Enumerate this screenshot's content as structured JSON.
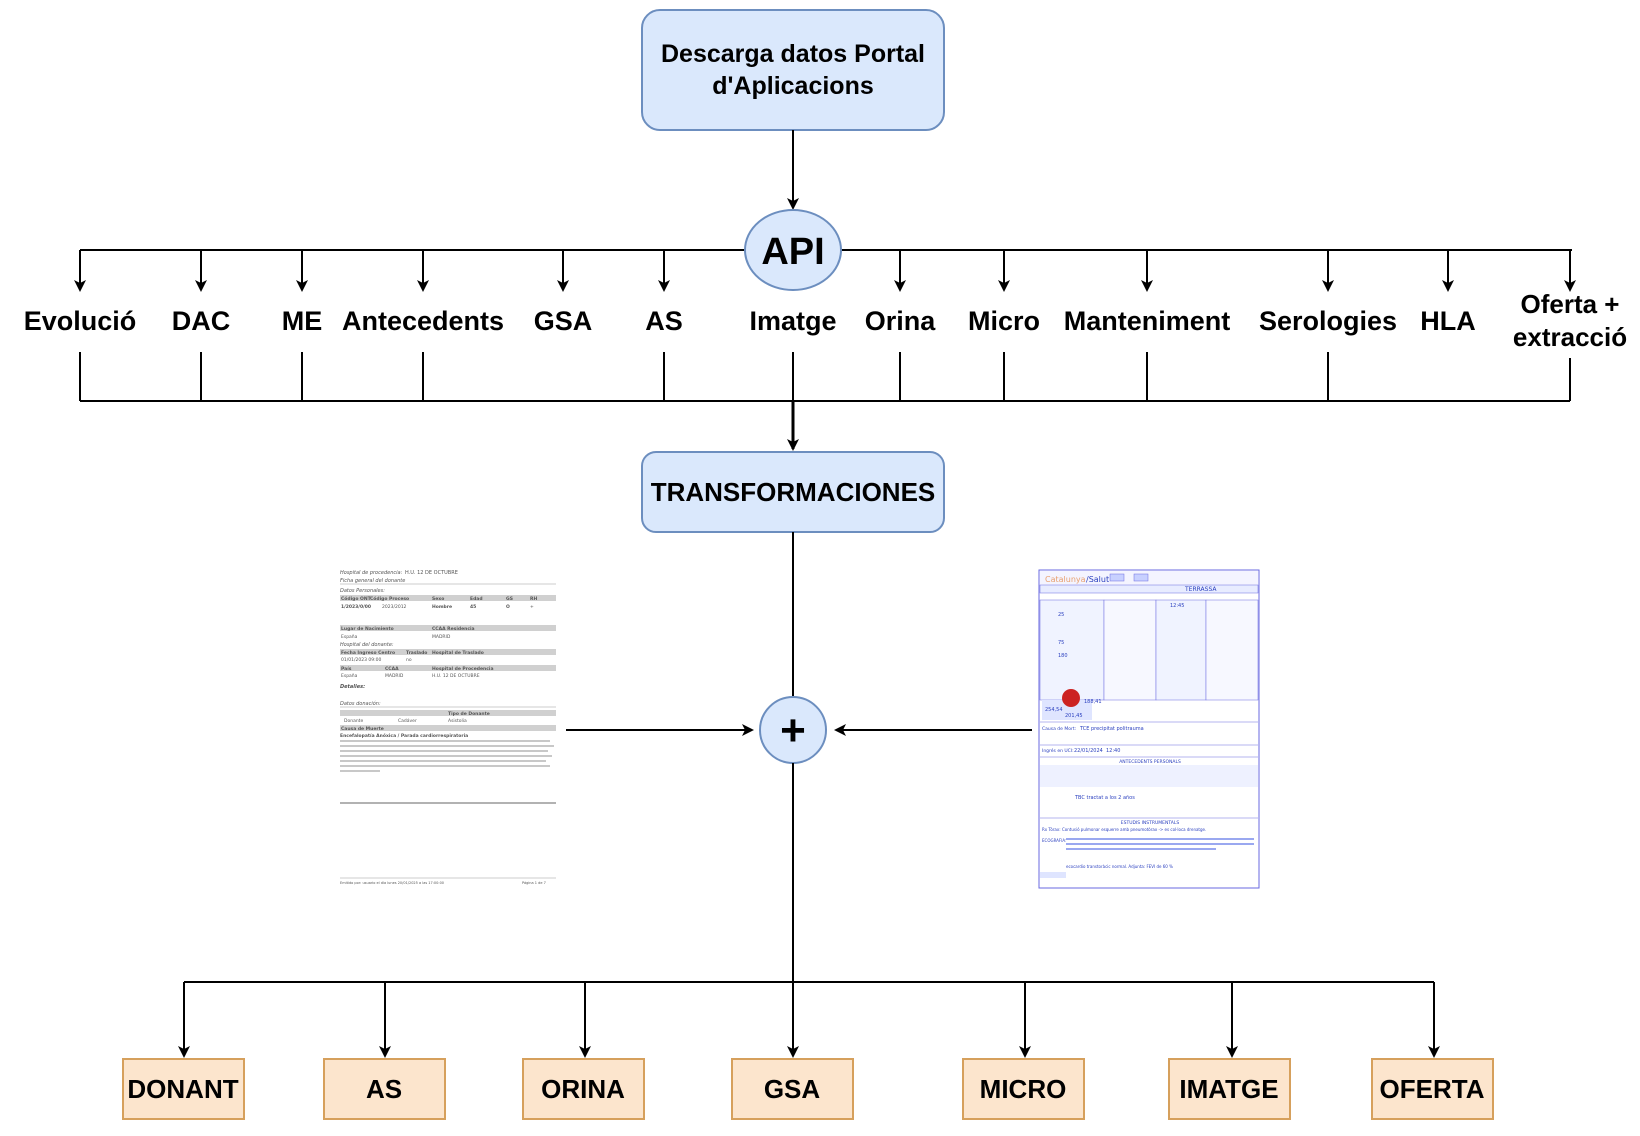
{
  "source": {
    "line1": "Descarga datos Portal",
    "line2": "d'Aplicacions"
  },
  "api": "API",
  "endpoints": [
    "Evolució",
    "DAC",
    "ME",
    "Antecedents",
    "GSA",
    "AS",
    "Imatge",
    "Orina",
    "Micro",
    "Manteniment",
    "Serologies",
    "HLA",
    "Oferta +",
    "extracció"
  ],
  "transform": "TRANSFORMACIONES",
  "merge_symbol": "+",
  "outputs": [
    "DONANT",
    "AS",
    "ORINA",
    "GSA",
    "MICRO",
    "IMATGE",
    "OFERTA"
  ],
  "left_document": {
    "r1": "Hospital de procedencia:",
    "r1v": "H.U. 12 DE OCTUBRE",
    "r2": "Ficha general del donante",
    "r3": "Datos Personales:",
    "h1": [
      "Código ONT",
      "Código Proceso",
      "Sexo",
      "Edad",
      "GS",
      "RH"
    ],
    "v1": [
      "1/2023/0/00",
      "2023/2012",
      "Hombre",
      "45",
      "O",
      "+"
    ],
    "h2": [
      "Lugar de Nacimiento",
      "CCAA Residencia"
    ],
    "v2": [
      "España",
      "MADRID"
    ],
    "r4": "Hospital del donante:",
    "h3": [
      "Fecha Ingreso Centro",
      "Traslado",
      "Hospital de Traslado"
    ],
    "v3": [
      "01/01/2023 09:00",
      "no"
    ],
    "h4": [
      "País",
      "CCAA",
      "Hospital de Procedencia"
    ],
    "v4": [
      "España",
      "MADRID",
      "H.U. 12 DE OCTUBRE"
    ],
    "r5": "Detalles:",
    "r6": "Datos donación:",
    "h5": "Tipo de Donante",
    "v5": [
      "Donante",
      "Cadáver",
      "Asistolia"
    ],
    "h6": "Causa de Muerte",
    "r7": "Encefalopatía Anóxica / Parada cardiorrespiratoria",
    "footer_left": "Emitido por: usuario el día lunes 20/01/2025 a las 17:00:00",
    "footer_right": "Página 1 de 7"
  },
  "right_form": {
    "brand": "/Salut",
    "city": "TERRASSA",
    "edat": "25",
    "pes": "75",
    "talla": "180",
    "hr": "12:45",
    "v1": "254,54",
    "v2": "188,41",
    "v3": "201,45",
    "cause_label": "Causa de Mort:",
    "cause": "TCE precipitat politrauma",
    "ingress_label": "Ingrés en UCI:",
    "ingress_date": "22/01/2024",
    "ingress_time": "12:40",
    "section1": "ANTECEDENTS PERSONALS",
    "ant_text": "TBC tractat a los 2 años",
    "section2": "ESTUDIS INSTRUMENTALS",
    "rx_label": "Rx Tòrax:",
    "rx": "Contusió pulmonar esquerre amb pneumotòrax -> es col·loca drenatge.",
    "eco_label": "ECOGRAFIA:",
    "eco1": "adjunto TC tòraco-abdominal TC pre drenaje: Neumotórax izquierdo. Derrame pleural izquierdo. Contusiones pulmonares bilaterales de predominio en el LSI. Múltiples fracturas costales.",
    "eco2": "ecocardio transtoràcic normal. Adjunta: FEVI de 60 %"
  }
}
